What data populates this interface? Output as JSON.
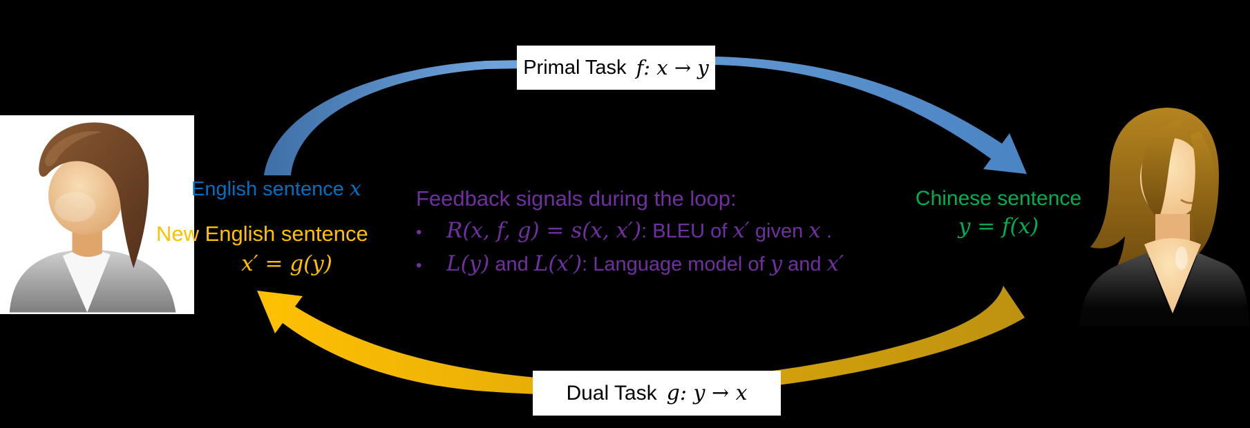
{
  "boxes": {
    "primal": {
      "label": "Primal Task",
      "math": "f: x → y"
    },
    "dual": {
      "label": "Dual Task",
      "math": "g: y → x"
    }
  },
  "labels": {
    "english": {
      "text": "English sentence",
      "math": "x"
    },
    "new_english": {
      "text": "New English sentence",
      "math": "x′ = g(y)"
    },
    "chinese": {
      "text": "Chinese sentence",
      "math": "y = f(x)"
    }
  },
  "feedback": {
    "heading": "Feedback signals during the loop:",
    "bullet_char": "•",
    "bullets": [
      {
        "parts": [
          {
            "m": "R(x, f, g) = s(x, x′)"
          },
          {
            "t": ": BLEU of "
          },
          {
            "m": "x′"
          },
          {
            "t": " given "
          },
          {
            "m": "x"
          },
          {
            "t": " ."
          }
        ]
      },
      {
        "parts": [
          {
            "m": "L(y)"
          },
          {
            "t": " and "
          },
          {
            "m": "L(x′)"
          },
          {
            "t": ": Language model of "
          },
          {
            "m": "y"
          },
          {
            "t": " and "
          },
          {
            "m": "x′"
          }
        ]
      }
    ]
  },
  "colors": {
    "background": "#000000",
    "box_bg": "#ffffff",
    "box_text": "#000000",
    "english_blue": "#0070c0",
    "new_english_gold": "#ffc000",
    "chinese_green": "#00b050",
    "feedback_purple": "#7030a0",
    "arrow_blue_dark": "#3e6fa7",
    "arrow_blue_light": "#6fa3dc",
    "arrow_blue_mid": "#4a84c2",
    "arrow_gold_light": "#ffc103",
    "arrow_gold_mid": "#e2aa08",
    "arrow_gold_dark": "#bd9210"
  }
}
